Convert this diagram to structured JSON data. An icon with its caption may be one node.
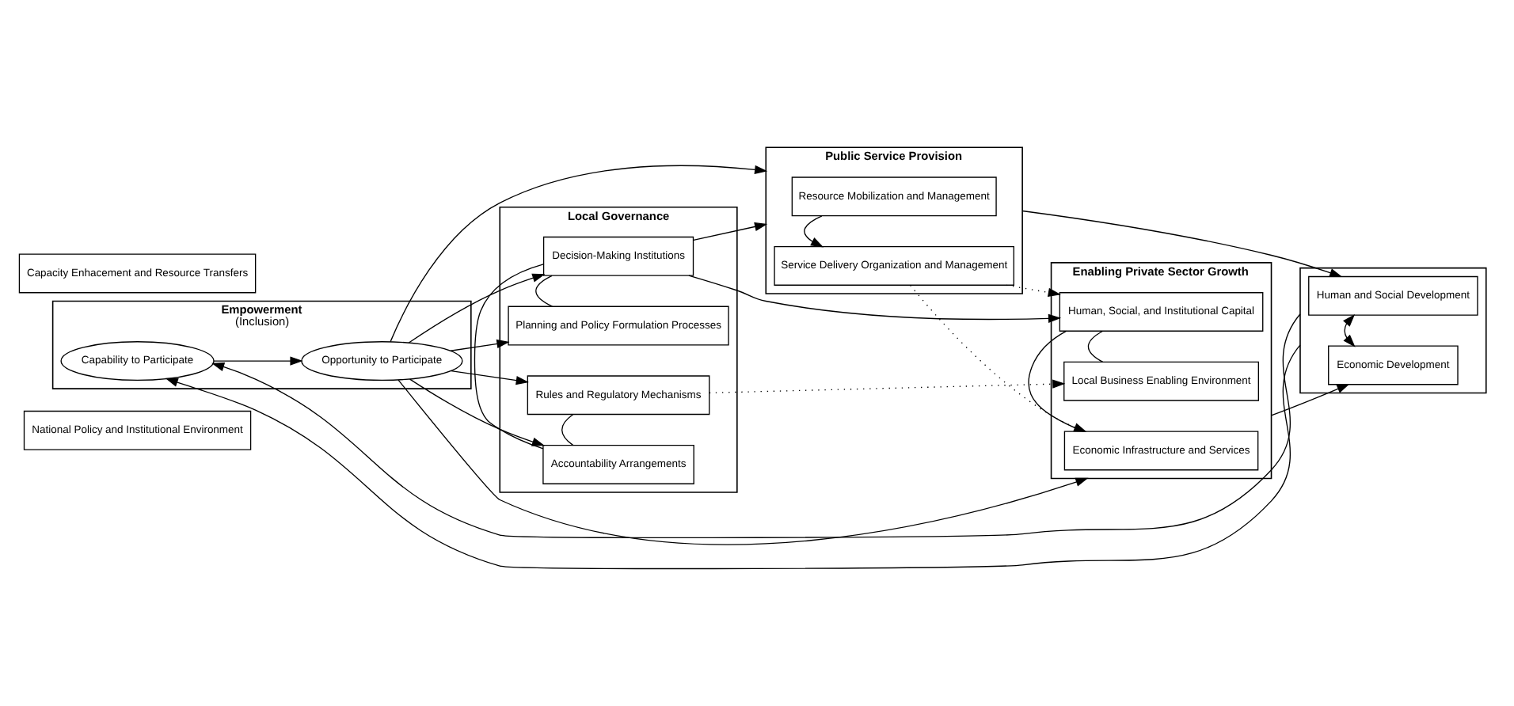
{
  "diagram": {
    "nodes": [
      {
        "text": [
          "National Policy and Institutional Environment"
        ]
      },
      {
        "text": [
          "Empowerment",
          "(Inclusion)"
        ]
      },
      {
        "text": [
          "Capability to Participate"
        ],
        "in": 1
      },
      {
        "text": [
          "Opportunity to Participate"
        ],
        "in": 1
      },
      {
        "text": [
          "Local Governance"
        ]
      },
      {
        "text": [
          "Planning and Policy Formulation Processes"
        ],
        "in": 4
      },
      {
        "text": [
          "Decision-Making Institutions"
        ],
        "in": 4
      },
      {
        "text": [
          "Accountability Arrangements"
        ],
        "in": 4
      },
      {
        "text": [
          "Rules and Regulatory Mechanisms"
        ],
        "in": 4
      },
      {
        "text": [
          "Public Service Provision"
        ]
      },
      {
        "text": [
          "Resource Mobilization and Management"
        ],
        "in": 9
      },
      {
        "text": [
          "Service Delivery Organization and Management"
        ],
        "in": 9
      },
      {
        "text": [
          "Enabling Private Sector Growth"
        ]
      },
      {
        "text": [
          "Economic Infrastructure and Services"
        ],
        "in": 12
      },
      {
        "text": [
          "Human, Social, and Institutional Capital"
        ],
        "in": 12
      },
      {
        "text": [
          "Local Business Enabling Environment"
        ],
        "in": 12
      },
      {
        "text": [],
        "shape": "box"
      },
      {
        "text": [
          "Human and Social Development"
        ],
        "in": 16
      },
      {
        "text": [
          "Economic Development"
        ],
        "in": 16
      },
      {
        "text": [
          "Capacity Enhacement and Resource Transfers"
        ]
      }
    ],
    "edges": [
      {
        "from": 16,
        "to": 2,
        "arrow": "to"
      },
      {
        "from": 2,
        "to": 3,
        "arrow": "to"
      },
      {
        "from": 3,
        "to": 5,
        "arrow": "to"
      },
      {
        "from": 3,
        "to": 6,
        "arrow": "to"
      },
      {
        "from": 3,
        "to": 7,
        "arrow": "to"
      },
      {
        "from": 3,
        "to": 8,
        "arrow": "to"
      },
      {
        "from": 3,
        "to": 9,
        "arrow": "to"
      },
      {
        "from": 3,
        "to": 12,
        "arrow": "to"
      },
      {
        "from": 5,
        "to": 6,
        "arrow": "none"
      },
      {
        "from": 6,
        "to": 7,
        "arrow": "none"
      },
      {
        "from": 7,
        "to": 8,
        "arrow": "none"
      },
      {
        "from": 6,
        "to": 9,
        "arrow": "to"
      },
      {
        "from": 6,
        "to": 14,
        "arrow": "to"
      },
      {
        "from": 10,
        "to": 11,
        "arrow": "to"
      },
      {
        "from": 9,
        "to": 17,
        "arrow": "to"
      },
      {
        "from": 11,
        "to": 13,
        "arrow": "to",
        "style": "dashed"
      },
      {
        "from": 11,
        "to": 14,
        "arrow": "to",
        "style": "dashed"
      },
      {
        "from": 8,
        "to": 15,
        "arrow": "to",
        "style": "dashed"
      },
      {
        "from": 13,
        "to": 14,
        "arrow": "none"
      },
      {
        "from": 14,
        "to": 15,
        "arrow": "none"
      },
      {
        "from": 12,
        "to": 18,
        "arrow": "to"
      },
      {
        "from": 17,
        "to": 18,
        "arrow": "both"
      },
      {
        "from": 16,
        "to": 2,
        "arrow": "to"
      }
    ]
  }
}
